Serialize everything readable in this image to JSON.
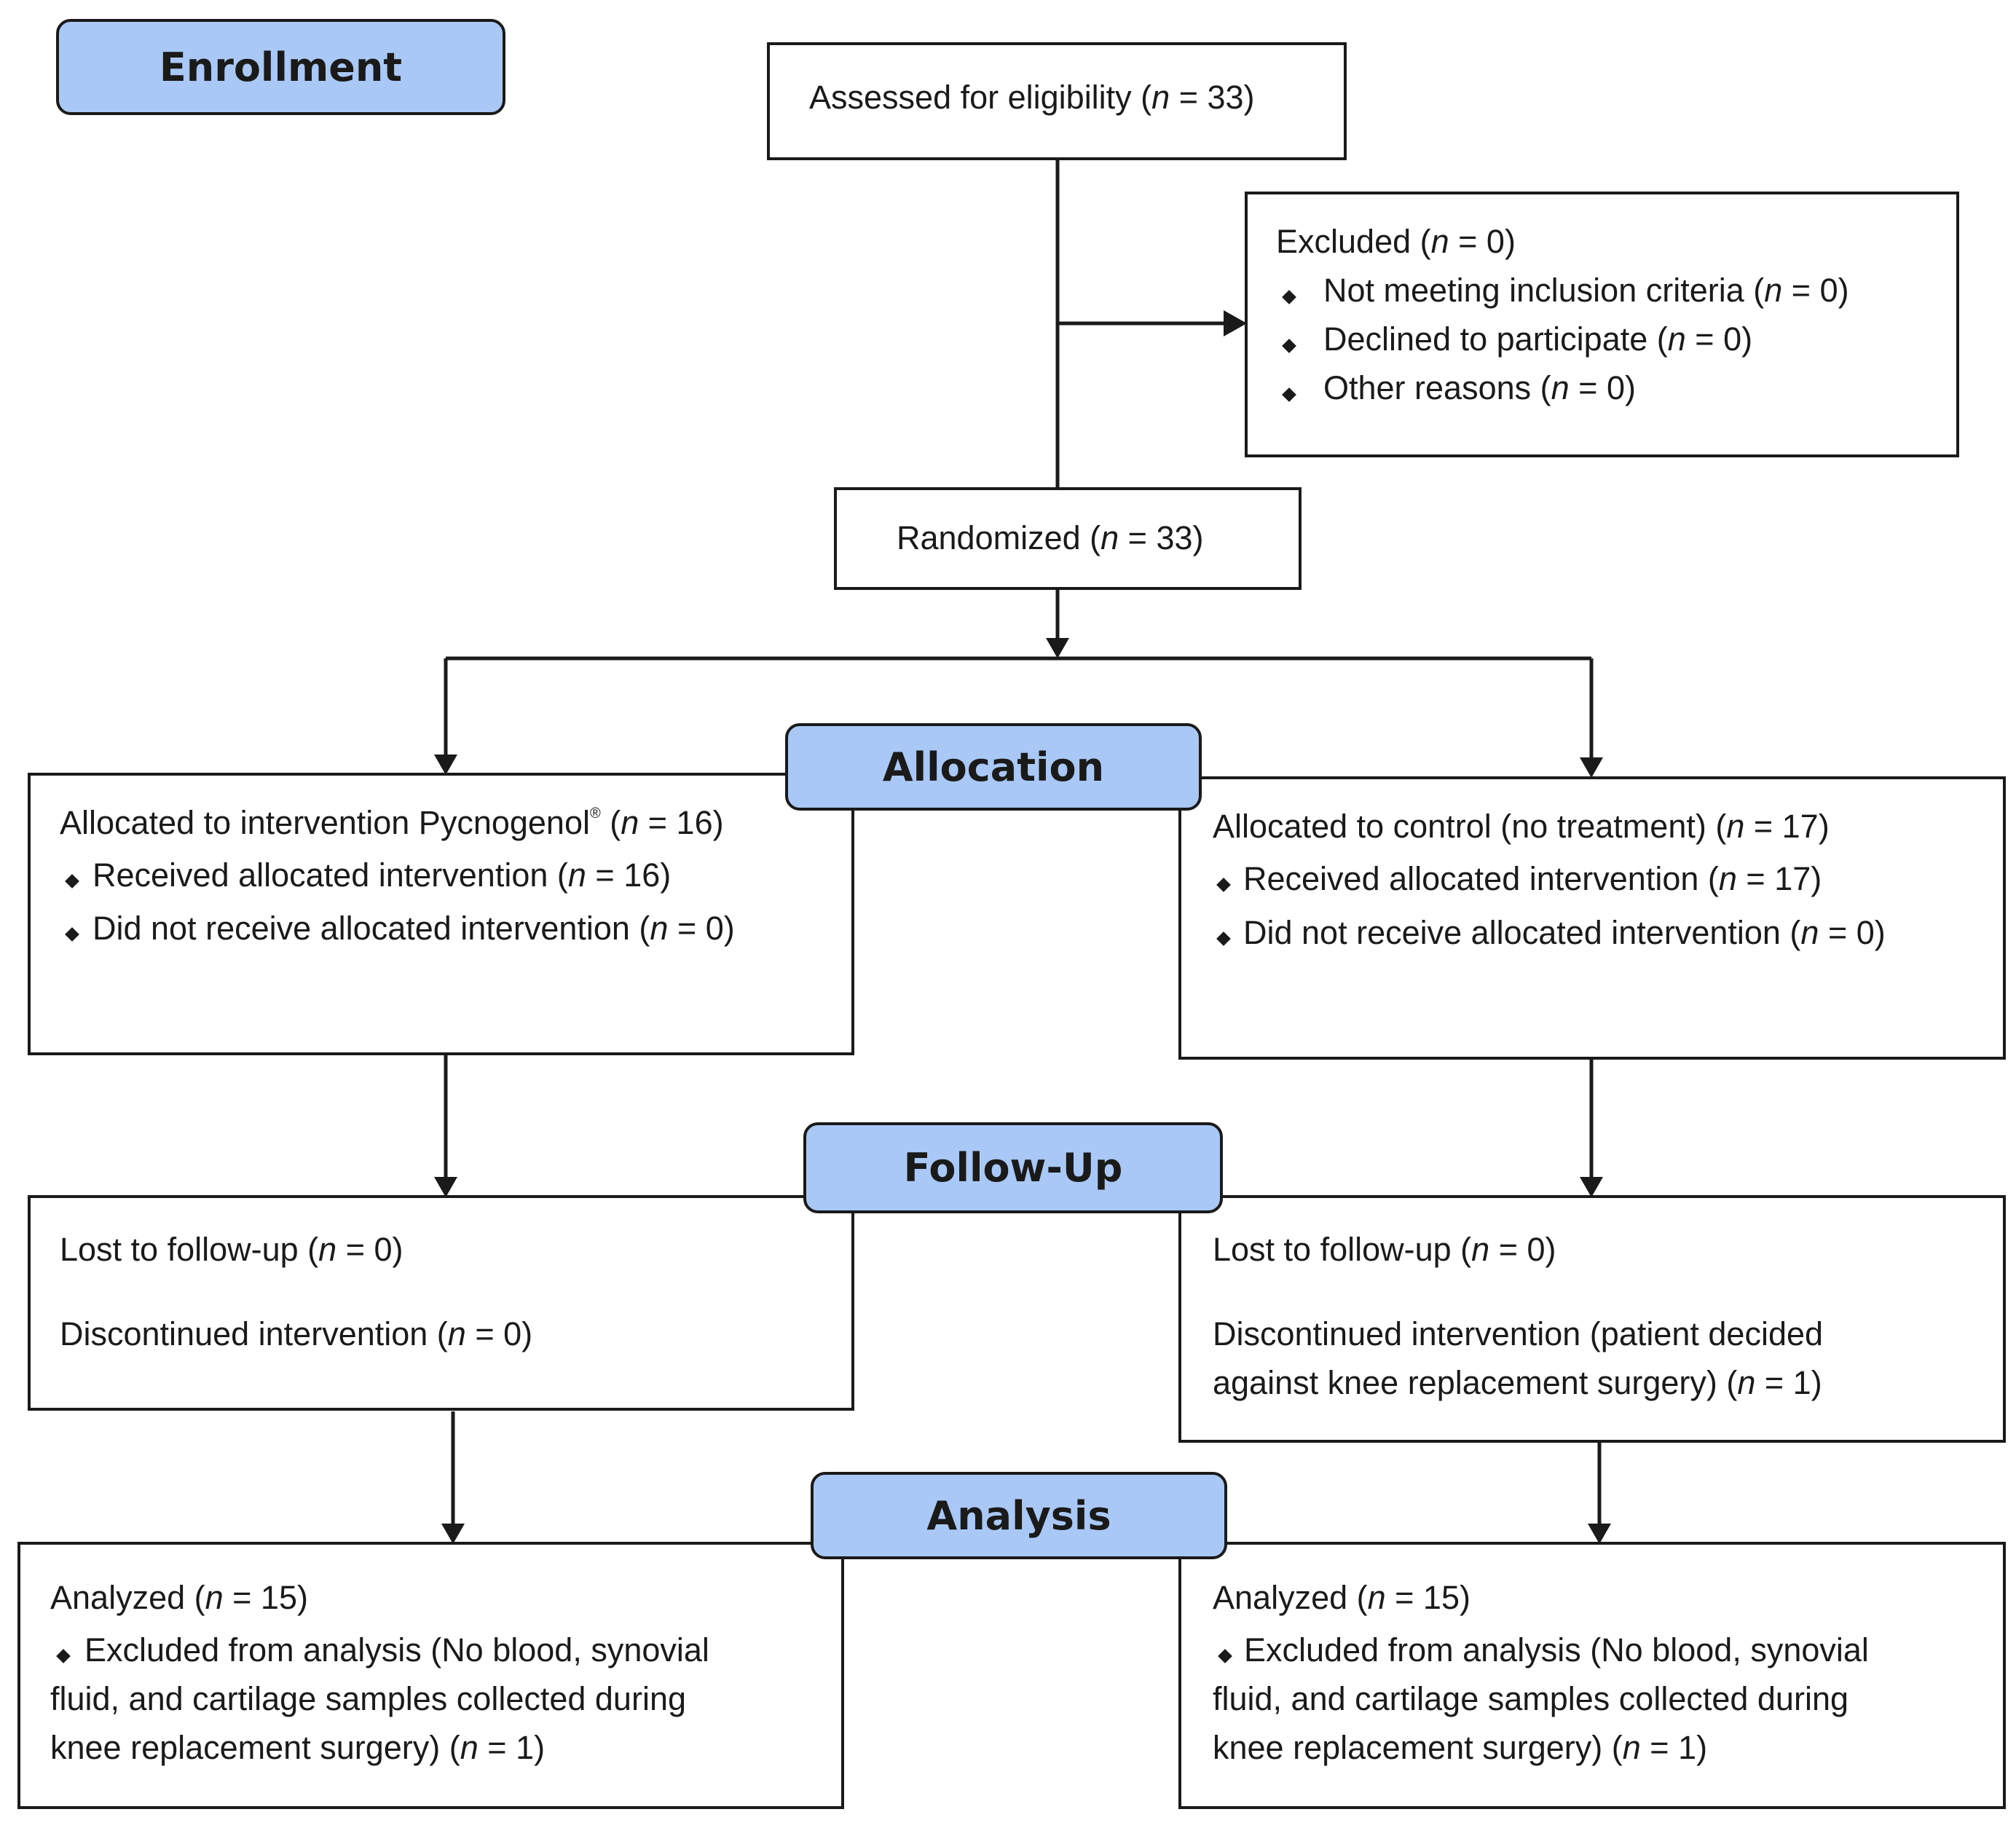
{
  "stages": {
    "enrollment": "Enrollment",
    "allocation": "Allocation",
    "follow_up": "Follow-Up",
    "analysis": "Analysis"
  },
  "enrollment": {
    "assessed": {
      "label": "Assessed for eligibility (",
      "n": "n",
      "count": " = 33)"
    },
    "excluded": {
      "title": {
        "label": "Excluded (",
        "n": "n",
        "count": " = 0)"
      },
      "items": [
        {
          "label": "Not meeting inclusion criteria (",
          "n": "n",
          "count": " = 0)"
        },
        {
          "label": "Declined to participate (",
          "n": "n",
          "count": " = 0)"
        },
        {
          "label": "Other reasons (",
          "n": "n",
          "count": " = 0)"
        }
      ]
    },
    "randomized": {
      "label": "Randomized (",
      "n": "n",
      "count": " = 33)"
    }
  },
  "allocation": {
    "intervention": {
      "title": {
        "label": "Allocated to intervention Pycnogenol",
        "mark": "®",
        "open": " (",
        "n": "n",
        "count": " = 16)"
      },
      "items": [
        {
          "label": "Received allocated intervention (",
          "n": "n",
          "count": " = 16)"
        },
        {
          "label": "Did not receive allocated intervention (",
          "n": "n",
          "count": " = 0)"
        }
      ]
    },
    "control": {
      "title": {
        "label": "Allocated to control (no treatment) (",
        "n": "n",
        "count": " = 17)"
      },
      "items": [
        {
          "label": "Received allocated intervention (",
          "n": "n",
          "count": " = 17)"
        },
        {
          "label": "Did not receive allocated intervention (",
          "n": "n",
          "count": " = 0)"
        }
      ]
    }
  },
  "follow_up": {
    "intervention": {
      "lost": {
        "label": "Lost to follow-up (",
        "n": "n",
        "count": " = 0)"
      },
      "discontinued": {
        "label": "Discontinued intervention (",
        "n": "n",
        "count": " = 0)"
      }
    },
    "control": {
      "lost": {
        "label": "Lost to follow-up (",
        "n": "n",
        "count": " = 0)"
      },
      "discontinued": {
        "line1": "Discontinued intervention (patient decided",
        "line2": "against knee replacement surgery) (",
        "n": "n",
        "count": " = 1)"
      }
    }
  },
  "analysis": {
    "intervention": {
      "analyzed": {
        "label": "Analyzed (",
        "n": "n",
        "count": " = 15)"
      },
      "excluded": {
        "line1": "Excluded from analysis (No blood, synovial",
        "line2": "fluid, and cartilage samples collected during",
        "line3": "knee replacement surgery) (",
        "n": "n",
        "count": " = 1)"
      }
    },
    "control": {
      "analyzed": {
        "label": "Analyzed (",
        "n": "n",
        "count": " = 15)"
      },
      "excluded": {
        "line1": "Excluded from analysis (No blood, synovial",
        "line2": "fluid, and cartilage samples collected during",
        "line3": "knee replacement surgery) (",
        "n": "n",
        "count": " = 1)"
      }
    }
  }
}
